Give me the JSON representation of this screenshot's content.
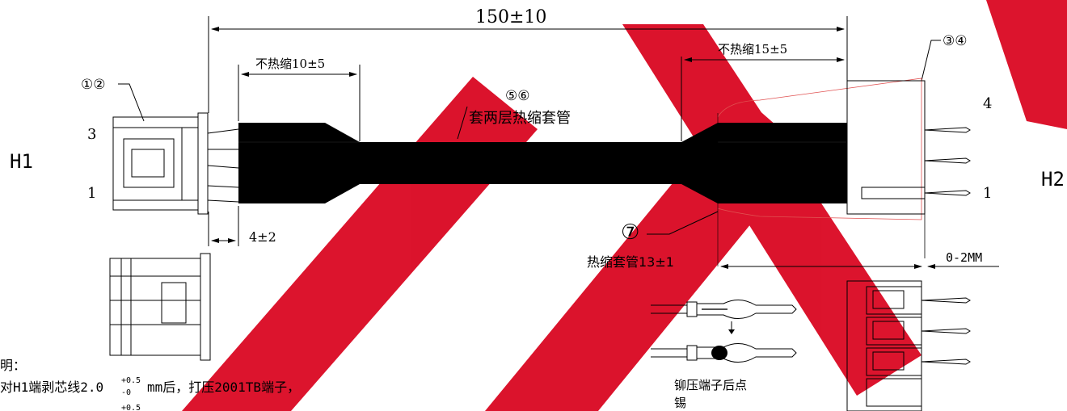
{
  "dimensions": {
    "overall": "150±10",
    "no_shrink_left": "不热缩10±5",
    "no_shrink_right": "不热缩15±5",
    "strip_left": "4±2",
    "heat_shrink": "热缩套管13±1",
    "gap": "0-2MM"
  },
  "callouts": {
    "parts_12": "①②",
    "parts_34": "③④",
    "parts_56": "⑤⑥",
    "sleeve_desc": "套两层热缩套管",
    "part_7": "⑦"
  },
  "connectors": {
    "h1": "H1",
    "h2": "H2",
    "h1_pin_top": "3",
    "h1_pin_bottom": "1",
    "h2_pin_top": "4",
    "h2_pin_bottom": "1"
  },
  "notes": {
    "heading_fragment": "明：",
    "line1_prefix": "对H1端剥芯线2.0",
    "line1_sup": "+0.5",
    "line1_sub": "-0",
    "line1_suffix": "mm后，打压2001TB端子，",
    "line2_sup": "+0.5"
  },
  "crimp_note_line1": "铆压端子后点",
  "crimp_note_line2": "锡",
  "watermark_color": "#d9001b"
}
